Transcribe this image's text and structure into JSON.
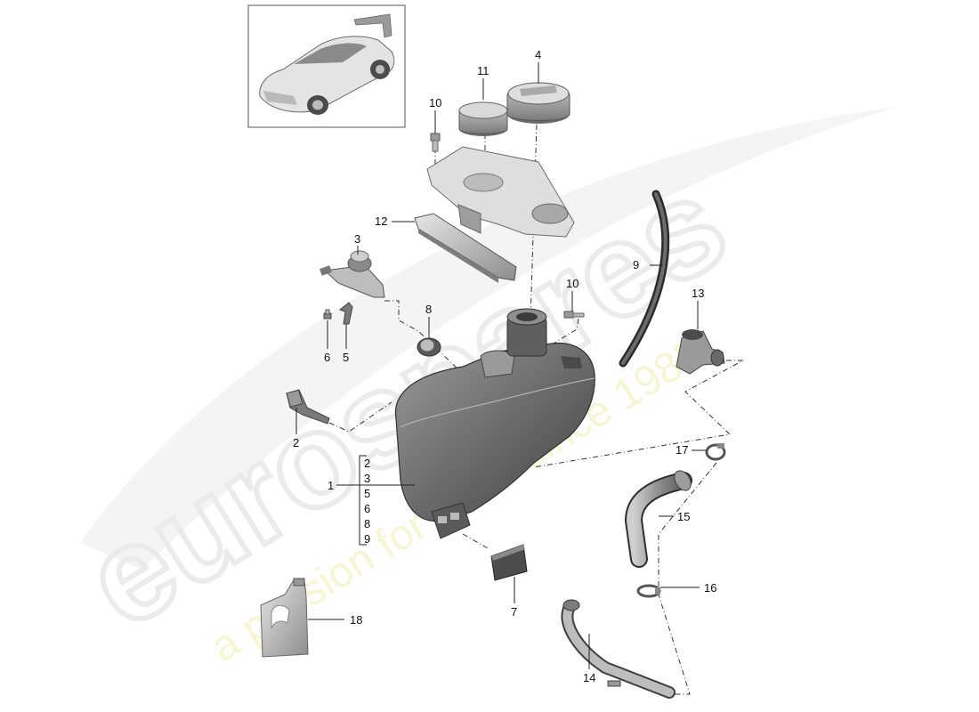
{
  "diagram": {
    "watermark": {
      "brand": "eurospares",
      "tagline": "a passion for parts since 1985"
    },
    "thumbnail": {
      "icon": "car-thumbnail-icon"
    },
    "callouts": {
      "c1": "1",
      "c2": "2",
      "c3": "3",
      "c4": "4",
      "c5": "5",
      "c6": "6",
      "c7": "7",
      "c8": "8",
      "c9": "9",
      "c10a": "10",
      "c10b": "10",
      "c11": "11",
      "c12": "12",
      "c13": "13",
      "c14": "14",
      "c15": "15",
      "c16": "16",
      "c17": "17",
      "c18": "18"
    },
    "kit_list": [
      "2",
      "3",
      "5",
      "6",
      "8",
      "9"
    ],
    "colors": {
      "part_fill": "#d8d8d8",
      "part_dark": "#6e6e6e",
      "line": "#222222"
    }
  }
}
